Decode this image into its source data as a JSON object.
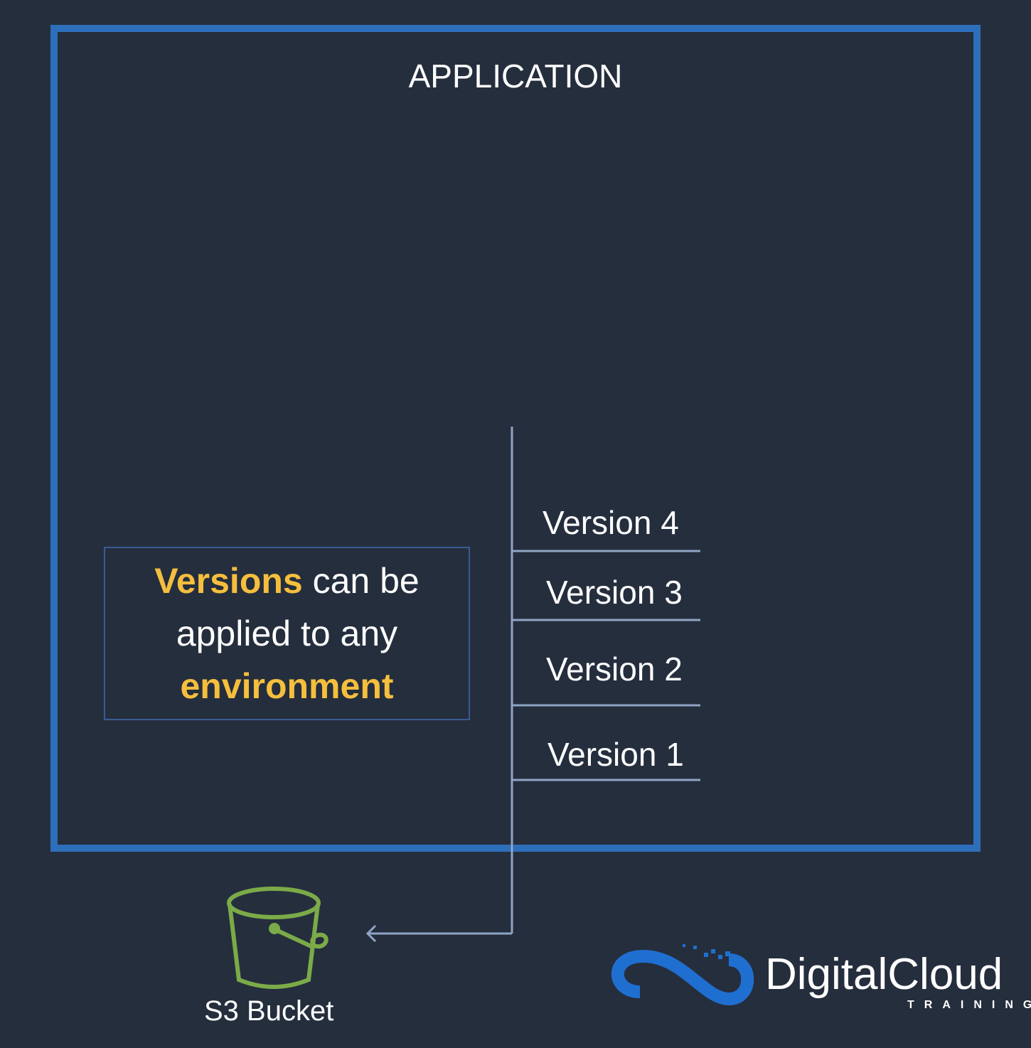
{
  "diagram": {
    "container_title": "APPLICATION",
    "note": {
      "highlight1": "Versions",
      "text1": " can be",
      "text2": "applied to any",
      "highlight2": "environment"
    },
    "versions": [
      {
        "label": "Version 4"
      },
      {
        "label": "Version 3"
      },
      {
        "label": "Version 2"
      },
      {
        "label": "Version 1"
      }
    ],
    "storage": {
      "label": "S3 Bucket",
      "icon": "s3-bucket-icon"
    },
    "logo": {
      "name": "DigitalCloud",
      "sub": "TRAINING"
    }
  },
  "colors": {
    "background": "#252e3d",
    "container_border": "#2d6fbb",
    "highlight": "#f5bf3d",
    "connector": "#8fa4c4",
    "bucket": "#7bab48"
  }
}
